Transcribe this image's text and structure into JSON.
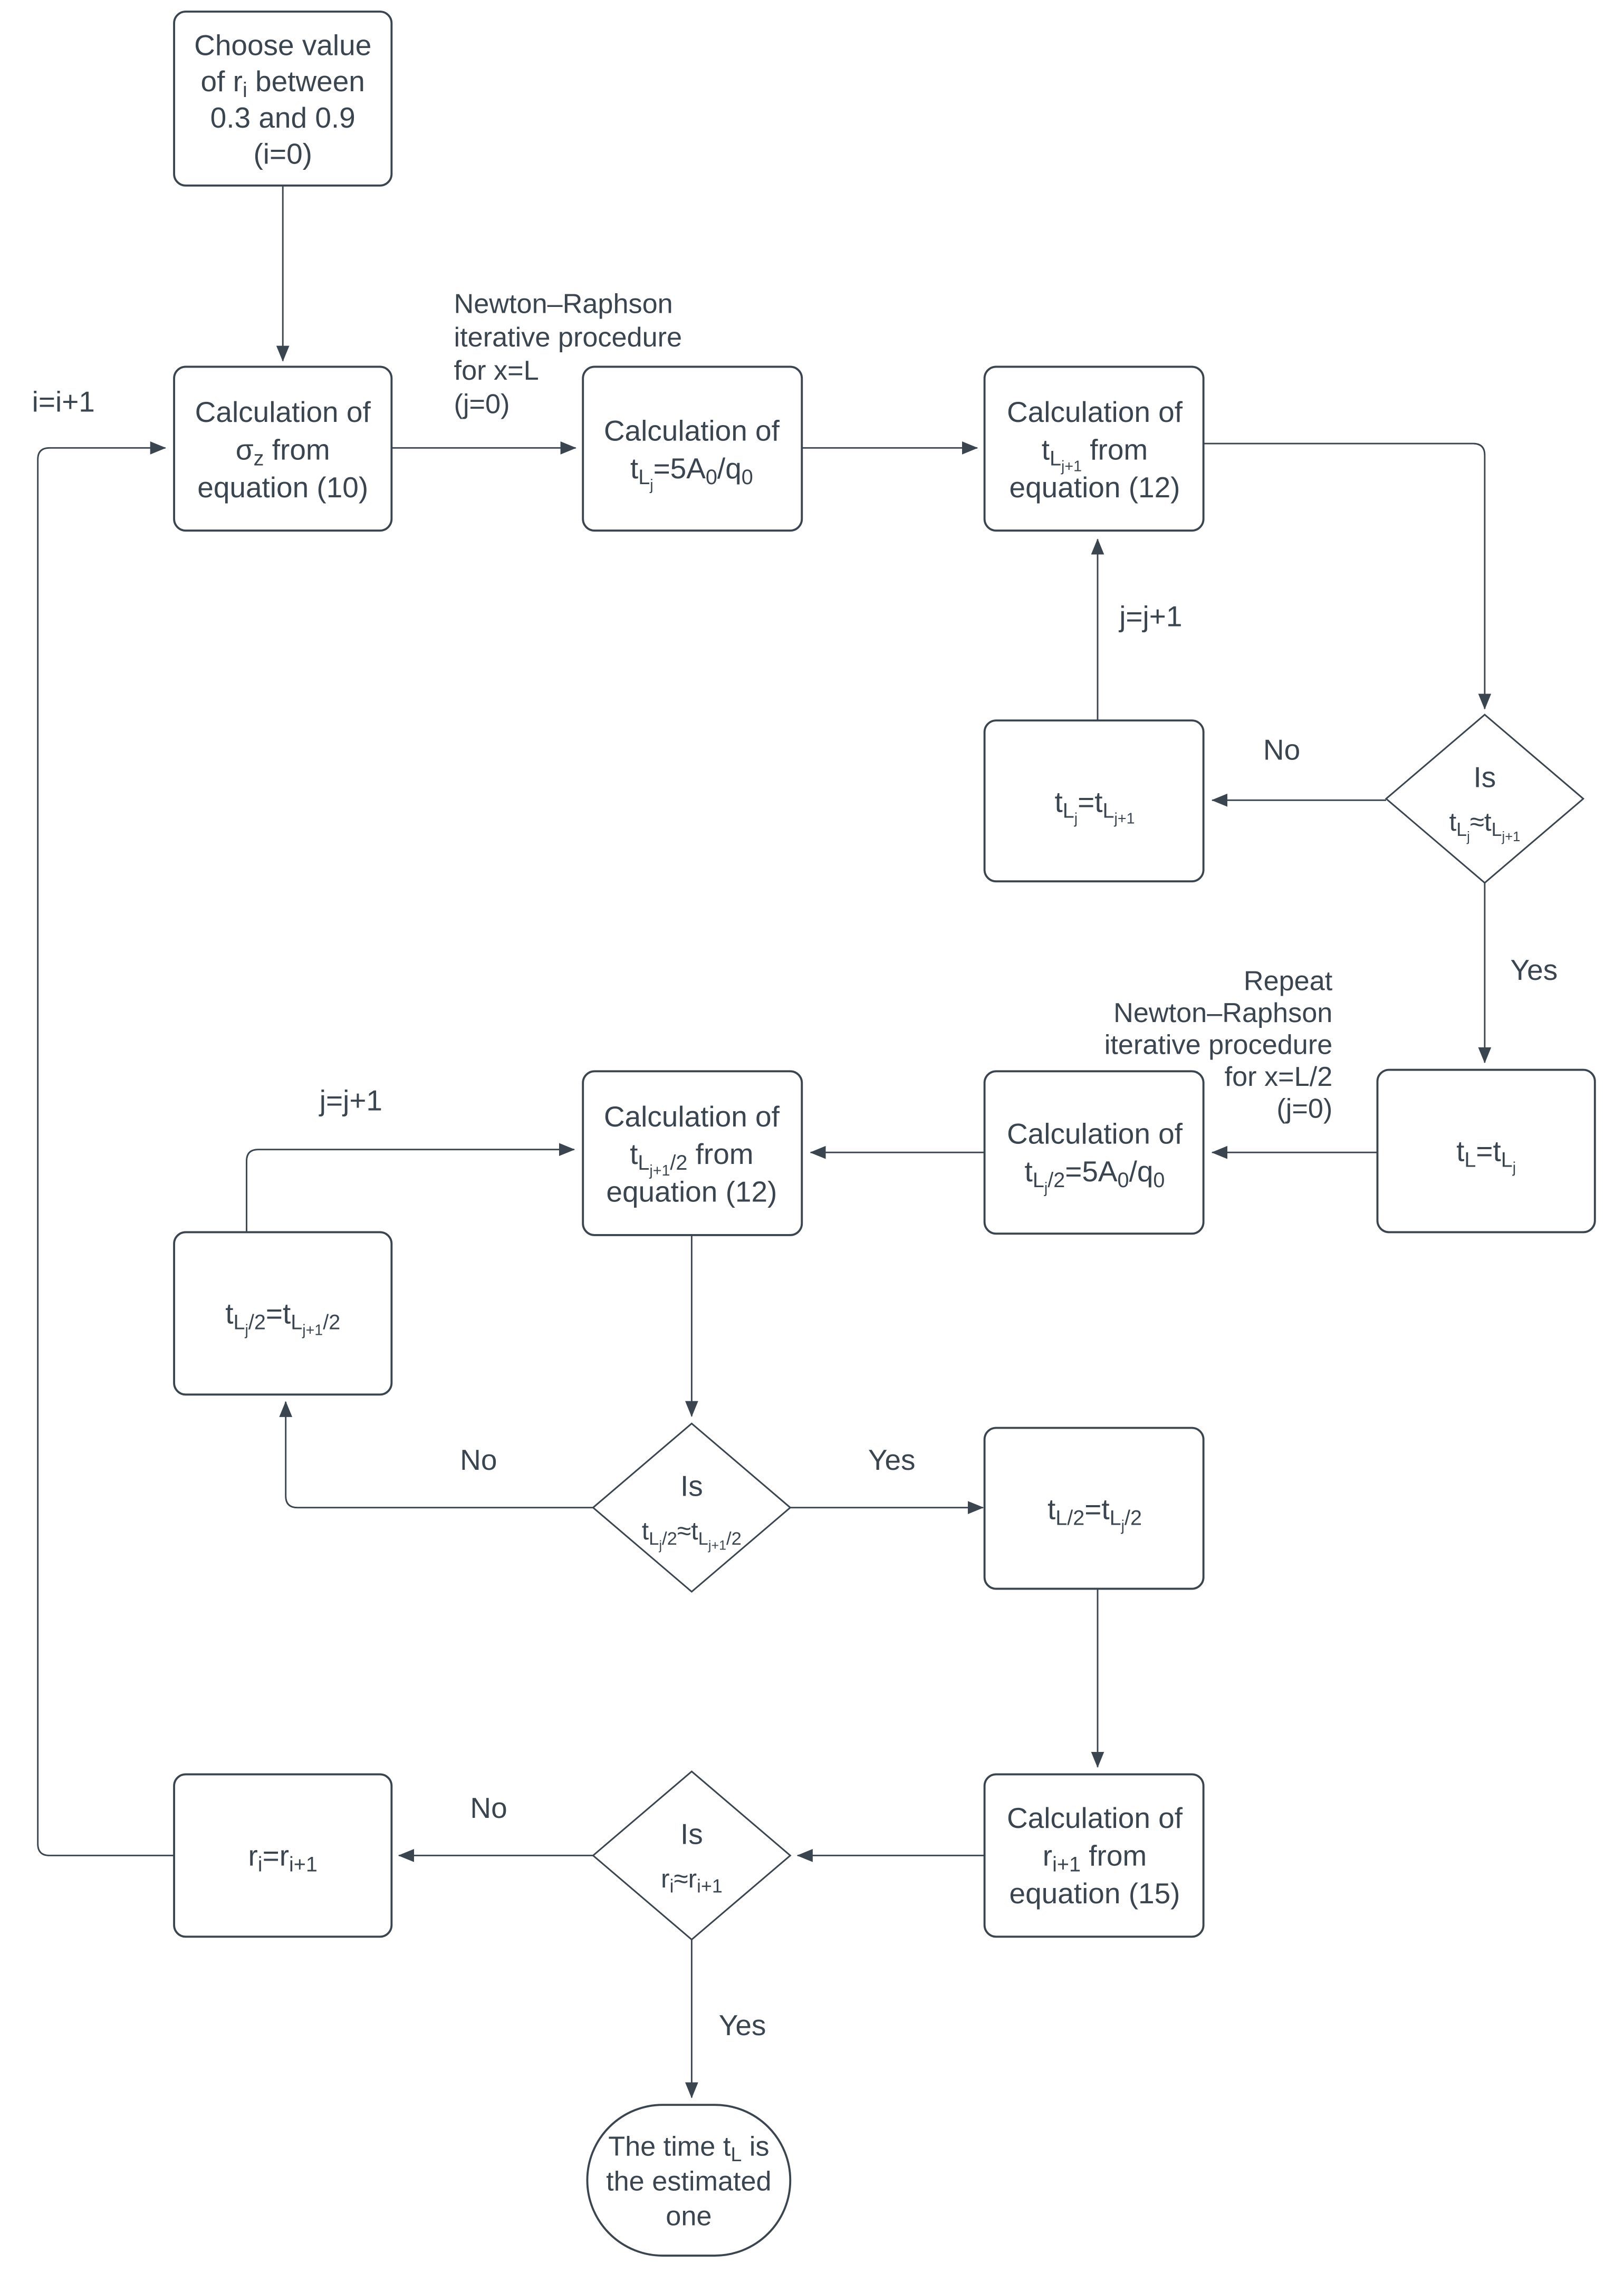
{
  "nodes": {
    "choose": {
      "lines": [
        "Choose value",
        "of r_{i} between",
        "0.3 and 0.9",
        "(i=0)"
      ]
    },
    "calc_sigma": {
      "lines": [
        "Calculation of",
        "σ_{z} from",
        "equation (10)"
      ]
    },
    "calc_tlj_init": {
      "lines": [
        "Calculation of",
        "t_{L_{j}}=5A_{0}/q_{0}"
      ]
    },
    "calc_tlj_next": {
      "lines": [
        "Calculation of",
        "t_{L_{j+1}} from",
        "equation (12)"
      ]
    },
    "dec_tlj": {
      "lines": [
        "Is",
        "t_{L_{j}}≈t_{L_{j+1}}"
      ]
    },
    "assign_tlj": {
      "lines": [
        "t_{L_{j}}=t_{L_{j+1}}"
      ]
    },
    "assign_tl": {
      "lines": [
        "t_{L}=t_{L_{j}}"
      ]
    },
    "calc_tlj2_init": {
      "lines": [
        "Calculation of",
        "t_{L_{j}/2}=5A_{0}/q_{0}"
      ]
    },
    "calc_tlj2_next": {
      "lines": [
        "Calculation of",
        "t_{L_{j+1}/2} from",
        "equation (12)"
      ]
    },
    "assign_tlj2": {
      "lines": [
        "t_{L_{j}/2}=t_{L_{j+1}/2}"
      ]
    },
    "dec_tlj2": {
      "lines": [
        "Is",
        "t_{L_{j}/2}≈t_{L_{j+1}/2}"
      ]
    },
    "assign_tl2": {
      "lines": [
        "t_{L/2}=t_{L_{j}/2}"
      ]
    },
    "calc_ri": {
      "lines": [
        "Calculation of",
        "r_{i+1} from",
        "equation (15)"
      ]
    },
    "dec_ri": {
      "lines": [
        "Is",
        "r_{i}≈r_{i+1}"
      ]
    },
    "assign_ri": {
      "lines": [
        "r_{i}=r_{i+1}"
      ]
    },
    "terminal": {
      "lines": [
        "The time t_{L} is",
        "the estimated",
        "one"
      ]
    }
  },
  "edge_labels": {
    "i_inc": "i=i+1",
    "j_inc_1": "j=j+1",
    "j_inc_2": "j=j+1",
    "no_1": "No",
    "yes_1": "Yes",
    "no_2": "No",
    "yes_2": "Yes",
    "no_3": "No",
    "yes_3": "Yes"
  },
  "annotations": {
    "nr_full": {
      "lines": [
        "Newton–Raphson",
        "iterative procedure",
        "for x=L",
        "(j=0)"
      ]
    },
    "nr_half": {
      "lines": [
        "Repeat",
        "Newton–Raphson",
        "iterative procedure",
        "for x=L/2",
        "(j=0)"
      ]
    }
  },
  "colors": {
    "stroke": "#3a4550",
    "text": "#3a4550",
    "background": "#ffffff"
  }
}
